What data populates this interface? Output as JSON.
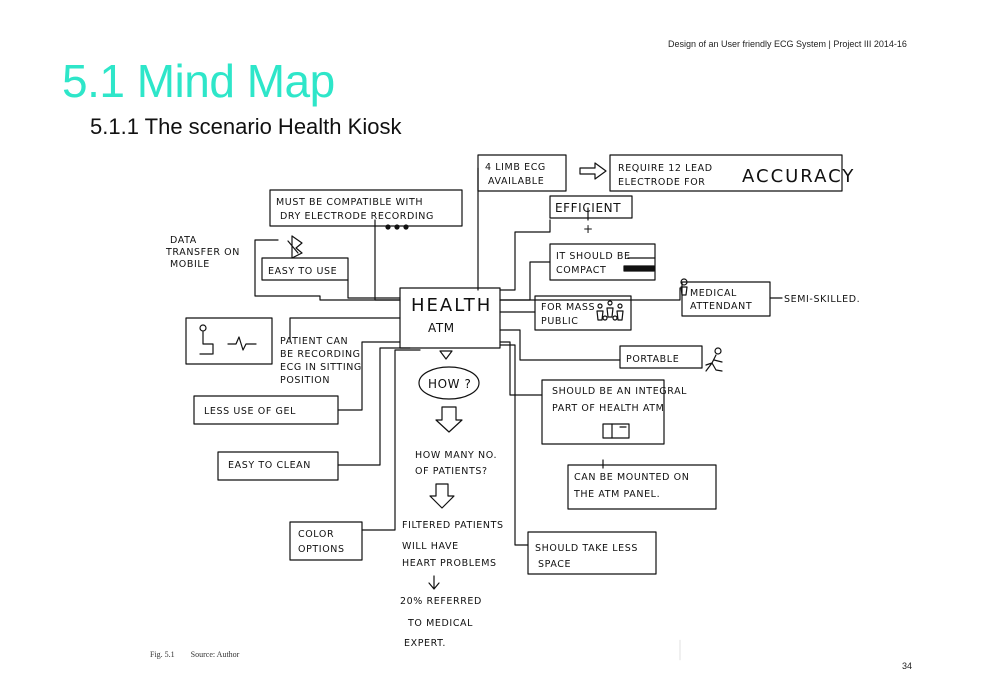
{
  "header": {
    "running_title": "Design of an User friendly ECG System  | Project  III  2014-16"
  },
  "section": {
    "title": "5.1  Mind Map",
    "subtitle": "5.1.1   The scenario Health Kiosk"
  },
  "mindmap": {
    "center_line1": "HEALTH",
    "center_line2": "ATM",
    "how": "HOW ?",
    "limb_line1": "4 LIMB ECG",
    "limb_line2": "AVAILABLE",
    "require_line1": "REQUIRE 12 LEAD",
    "require_line2": "ELECTRODE FOR",
    "accuracy": "ACCURACY",
    "efficient": "EFFICIENT",
    "plus": "+",
    "compact_line1": "IT SHOULD BE",
    "compact_line2": "COMPACT",
    "compatible_line1": "MUST BE COMPATIBLE WITH",
    "compatible_line2": "DRY ELECTRODE RECORDING",
    "data_line1": "DATA",
    "data_line2": "TRANSFER ON",
    "data_line3": "MOBILE",
    "easy_use": "EASY TO USE",
    "medical_line1": "MEDICAL",
    "medical_line2": "ATTENDANT",
    "semi_skilled": "SEMI-SKILLED.",
    "mass_line1": "FOR MASS",
    "mass_line2": "PUBLIC",
    "sitting_line1": "PATIENT CAN",
    "sitting_line2": "BE RECORDING",
    "sitting_line3": "ECG IN SITTING",
    "sitting_line4": "POSITION",
    "portable": "PORTABLE",
    "less_gel": "LESS USE OF GEL",
    "integral_line1": "SHOULD BE AN INTEGRAL",
    "integral_line2": "PART OF HEALTH ATM",
    "clean": "EASY TO CLEAN",
    "patients_line1": "HOW MANY NO.",
    "patients_line2": "OF PATIENTS?",
    "mounted_line1": "CAN BE MOUNTED ON",
    "mounted_line2": "THE ATM PANEL.",
    "color_line1": "COLOR",
    "color_line2": "OPTIONS",
    "filtered_line1": "FILTERED PATIENTS",
    "filtered_line2": "WILL HAVE",
    "filtered_line3": "HEART PROBLEMS",
    "space_line1": "SHOULD TAKE LESS",
    "space_line2": "SPACE",
    "referred_line1": "20% REFERRED",
    "referred_line2": "TO MEDICAL",
    "referred_line3": "EXPERT."
  },
  "icons": {
    "bluetooth": "bluetooth-icon",
    "seated_patient": "seated-patient-icon",
    "crowd": "crowd-icon",
    "running_person": "running-person-icon",
    "attendant": "attendant-icon",
    "device": "device-icon"
  },
  "figure": {
    "label": "Fig. 5.1",
    "source": "Source: Author"
  },
  "page_number": "34",
  "colors": {
    "title": "#2ee6c9",
    "ink": "#111111"
  }
}
